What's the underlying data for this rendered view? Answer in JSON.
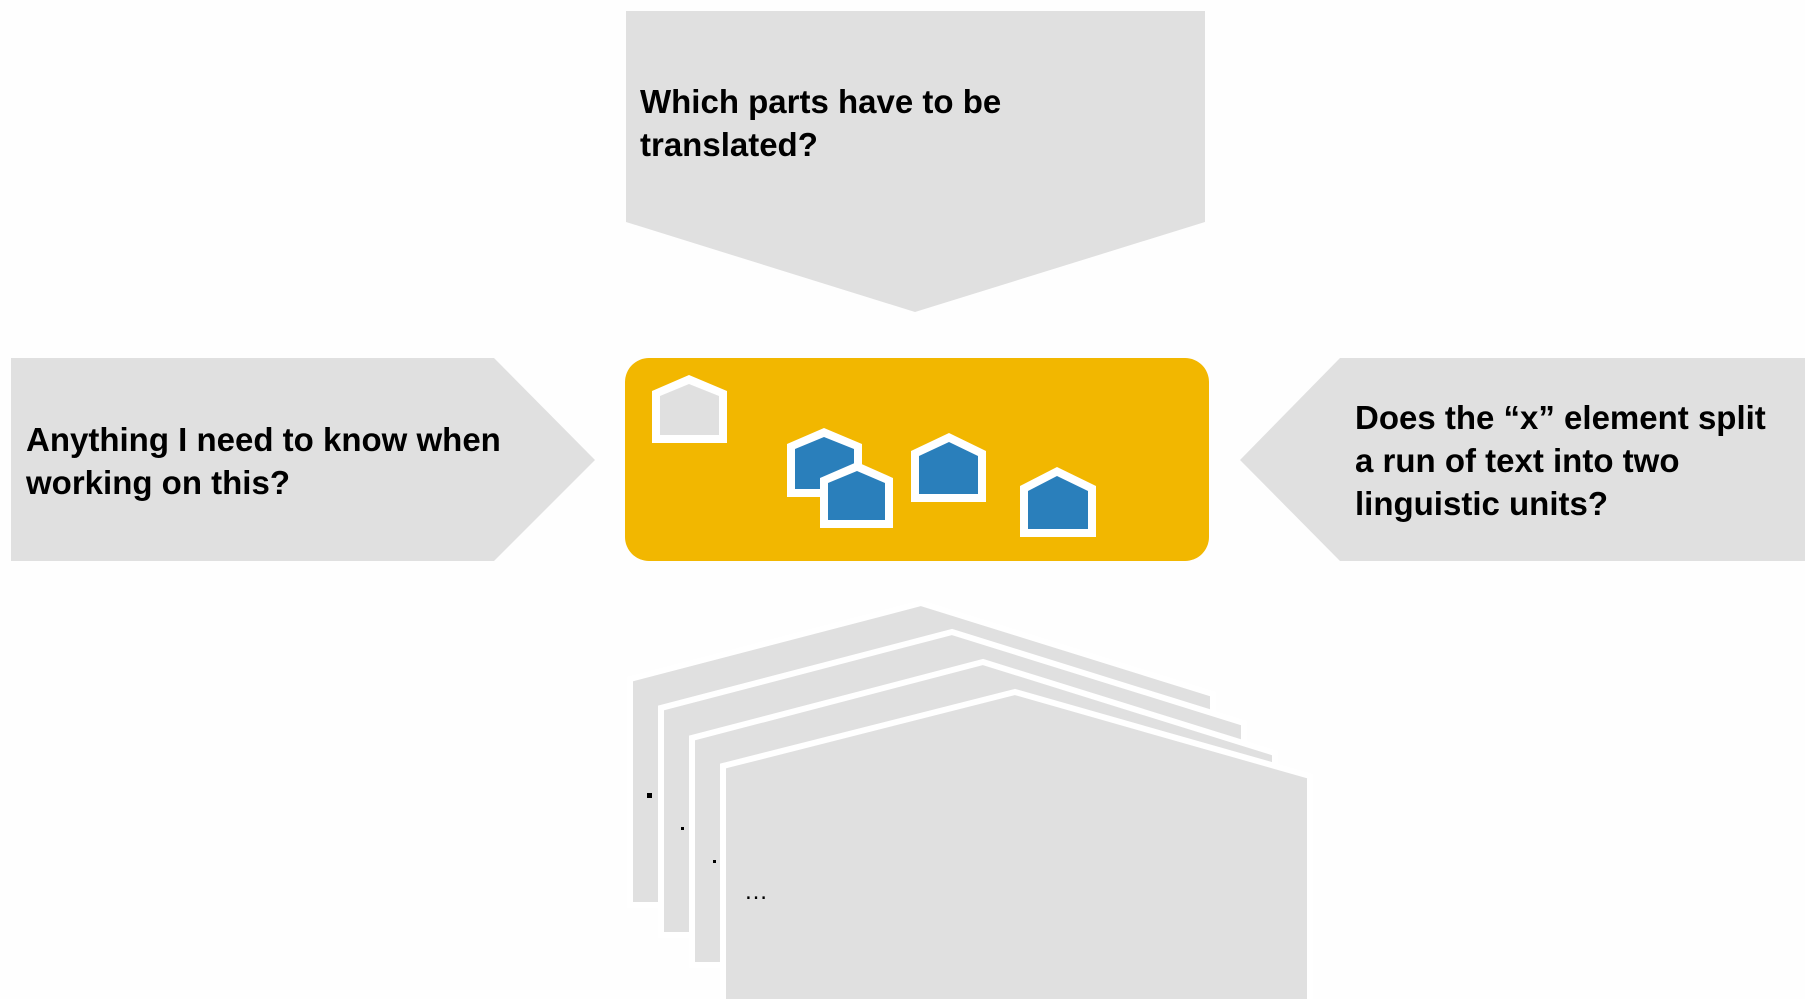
{
  "colors": {
    "panel_grey": "#e0e0e0",
    "hub_yellow": "#f2b700",
    "element_blue": "#2a7fbb",
    "outline_white": "#ffffff"
  },
  "questions": {
    "top": "Which parts have to be translated?",
    "left": "Anything I need to know when working on this?",
    "right": "Does the “x” element split a run of text into two linguistic units?"
  },
  "hub": {
    "icons": [
      "pentagon-outline-icon",
      "pentagon-blue-icon",
      "pentagon-blue-icon",
      "pentagon-blue-icon",
      "pentagon-blue-icon"
    ]
  },
  "stack": {
    "ellipsis": "…"
  }
}
